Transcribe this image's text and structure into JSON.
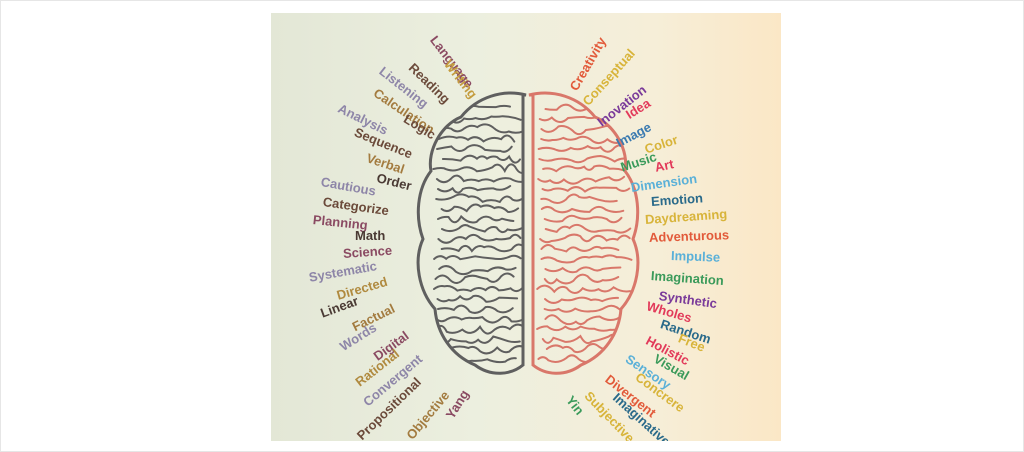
{
  "image": {
    "colors": {
      "left_hemisphere": "#5f5f5f",
      "right_hemisphere": "#d9776a"
    },
    "left_words": [
      {
        "text": "Language",
        "color": "#8a4a62"
      },
      {
        "text": "Writing",
        "color": "#c49c3e"
      },
      {
        "text": "Reading",
        "color": "#6b4a3a"
      },
      {
        "text": "Listening",
        "color": "#8e86a8"
      },
      {
        "text": "Calculation",
        "color": "#a37b3f"
      },
      {
        "text": "Logic",
        "color": "#6b4a3a"
      },
      {
        "text": "Analysis",
        "color": "#8e86a8"
      },
      {
        "text": "Sequence",
        "color": "#6b4a3a"
      },
      {
        "text": "Verbal",
        "color": "#a37b3f"
      },
      {
        "text": "Order",
        "color": "#4a3a34"
      },
      {
        "text": "Cautious",
        "color": "#8e86a8"
      },
      {
        "text": "Categorize",
        "color": "#6b4a3a"
      },
      {
        "text": "Planning",
        "color": "#8a4a62"
      },
      {
        "text": "Math",
        "color": "#4a3a34"
      },
      {
        "text": "Science",
        "color": "#8a4a62"
      },
      {
        "text": "Systematic",
        "color": "#8e86a8"
      },
      {
        "text": "Directed",
        "color": "#b08a3f"
      },
      {
        "text": "Linear",
        "color": "#4a3a34"
      },
      {
        "text": "Factual",
        "color": "#a37b3f"
      },
      {
        "text": "Words",
        "color": "#8e86a8"
      },
      {
        "text": "Digital",
        "color": "#8a4a62"
      },
      {
        "text": "Rational",
        "color": "#b08a3f"
      },
      {
        "text": "Convergent",
        "color": "#8e86a8"
      },
      {
        "text": "Propositional",
        "color": "#6b4a3a"
      },
      {
        "text": "Objective",
        "color": "#a37b3f"
      },
      {
        "text": "Yang",
        "color": "#8a4a62"
      }
    ],
    "right_words": [
      {
        "text": "Creativity",
        "color": "#e25a3a"
      },
      {
        "text": "Conseptual",
        "color": "#d8b43a"
      },
      {
        "text": "Inovation",
        "color": "#7a3a9a"
      },
      {
        "text": "Idea",
        "color": "#e23a5a"
      },
      {
        "text": "Image",
        "color": "#3a7ab0"
      },
      {
        "text": "Color",
        "color": "#d8b43a"
      },
      {
        "text": "Music",
        "color": "#3a9a5a"
      },
      {
        "text": "Art",
        "color": "#e23a5a"
      },
      {
        "text": "Dimension",
        "color": "#5ab0d8"
      },
      {
        "text": "Emotion",
        "color": "#2a6a8a"
      },
      {
        "text": "Daydreaming",
        "color": "#d8b43a"
      },
      {
        "text": "Adventurous",
        "color": "#e25a3a"
      },
      {
        "text": "Impulse",
        "color": "#5ab0d8"
      },
      {
        "text": "Imagination",
        "color": "#3a9a5a"
      },
      {
        "text": "Synthetic",
        "color": "#7a3a9a"
      },
      {
        "text": "Wholes",
        "color": "#e23a5a"
      },
      {
        "text": "Random",
        "color": "#2a6a8a"
      },
      {
        "text": "Free",
        "color": "#d8b43a"
      },
      {
        "text": "Holistic",
        "color": "#e23a5a"
      },
      {
        "text": "Visual",
        "color": "#3a9a5a"
      },
      {
        "text": "Sensory",
        "color": "#5ab0d8"
      },
      {
        "text": "Concrere",
        "color": "#d8b43a"
      },
      {
        "text": "Divergent",
        "color": "#e25a3a"
      },
      {
        "text": "Imaginative",
        "color": "#2a6a8a"
      },
      {
        "text": "Subjective",
        "color": "#d8b43a"
      },
      {
        "text": "Yin",
        "color": "#3a9a5a"
      }
    ]
  }
}
